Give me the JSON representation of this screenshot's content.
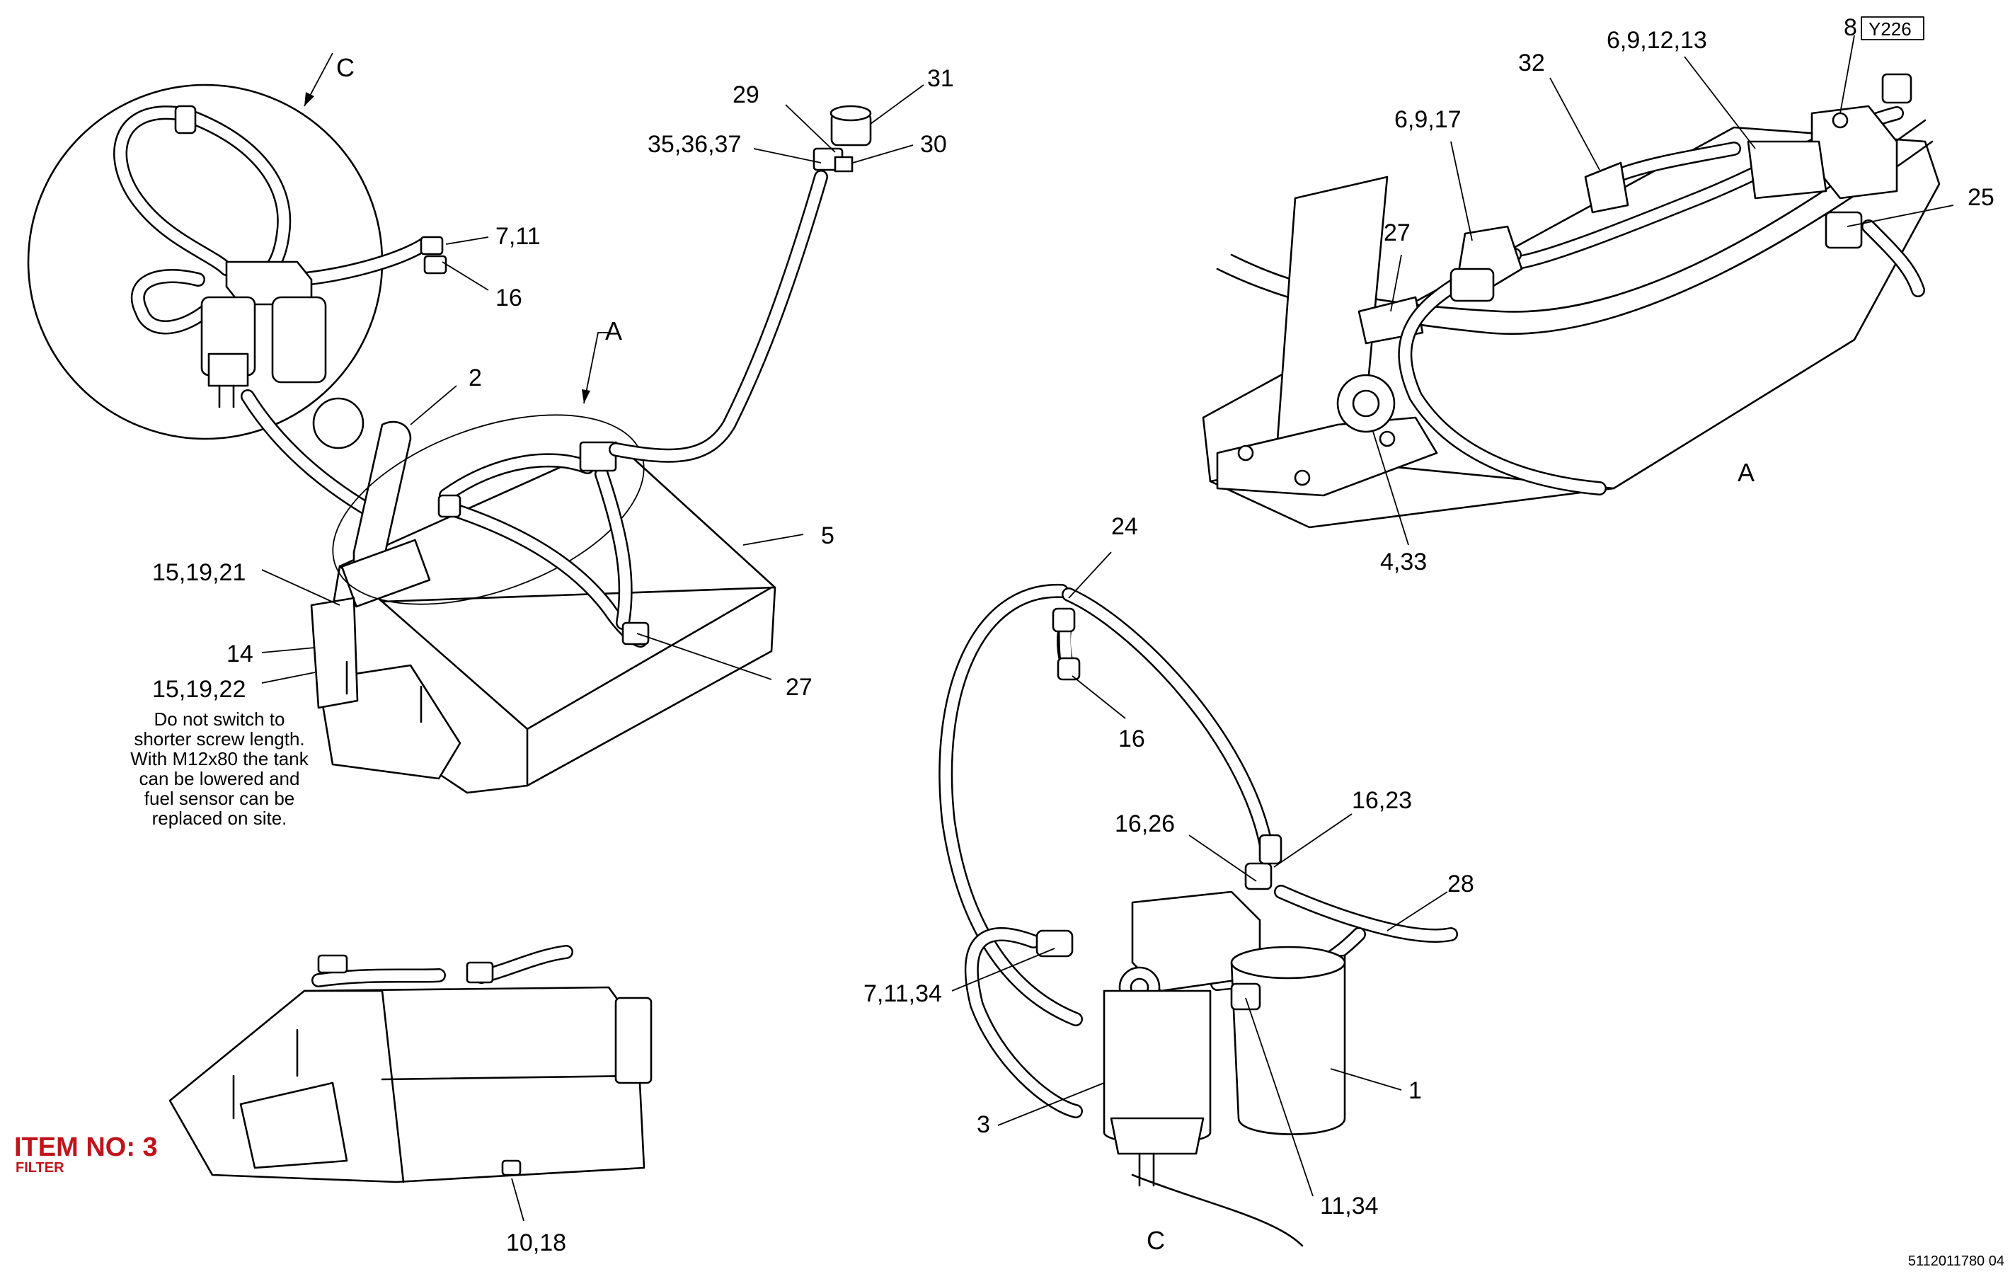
{
  "views": {
    "a": "A",
    "c_top": "C",
    "c_bottom": "C"
  },
  "callouts": {
    "c29": "29",
    "c31": "31",
    "c35_36_37": "35,36,37",
    "c30": "30",
    "c7_11_top": "7,11",
    "c16_top": "16",
    "c2": "2",
    "c5": "5",
    "c15_19_21": "15,19,21",
    "c14": "14",
    "c15_19_22": "15,19,22",
    "c27_main": "27",
    "c32": "32",
    "c6_9_12_13": "6,9,12,13",
    "c8": "8",
    "c_y226": "Y226",
    "c6_9_17": "6,9,17",
    "c27_detail": "27",
    "c25": "25",
    "c4_33": "4,33",
    "c24": "24",
    "c16_mid": "16",
    "c16_26": "16,26",
    "c16_23": "16,23",
    "c28": "28",
    "c7_11_34": "7,11,34",
    "c1": "1",
    "c3": "3",
    "c11_34": "11,34",
    "c10_18": "10,18"
  },
  "note_lines": [
    "Do not switch to",
    "shorter screw length.",
    "With M12x80 the tank",
    "can be lowered and",
    "fuel sensor can be",
    "replaced on site."
  ],
  "item": {
    "title": "ITEM NO: 3",
    "subtitle": "FILTER"
  },
  "document_number": "5112011780 04",
  "colors": {
    "line": "#000000",
    "item_label": "#c0141c"
  }
}
